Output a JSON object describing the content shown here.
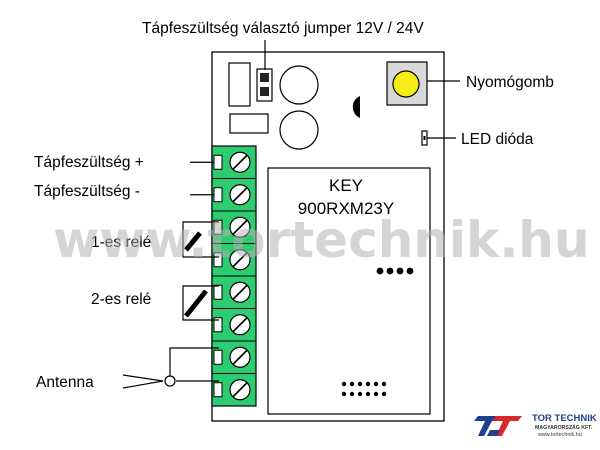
{
  "labels": {
    "jumper": "Tápfeszültség választó jumper 12V / 24V",
    "button": "Nyomógomb",
    "led": "LED dióda",
    "power_plus": "Tápfeszültség +",
    "power_minus": "Tápfeszültség -",
    "relay1": "1-es relé",
    "relay2": "2-es relé",
    "antenna": "Antenna"
  },
  "module": {
    "line1": "KEY",
    "line2": "900RXM23Y"
  },
  "watermark": "www.tortechnik.hu",
  "logo": {
    "name": "TOR TECHNIK",
    "country": "MAGYARORSZÁG KFT.",
    "url": "www.tortechnik.hu"
  },
  "colors": {
    "terminal_green": "#2ecc71",
    "button_yellow": "#f5ec1a",
    "button_panel": "#d8d8d8",
    "board": "#ffffff",
    "logo_blue": "#1f3f8f",
    "logo_red": "#d6272e"
  },
  "terminal_count": 8
}
